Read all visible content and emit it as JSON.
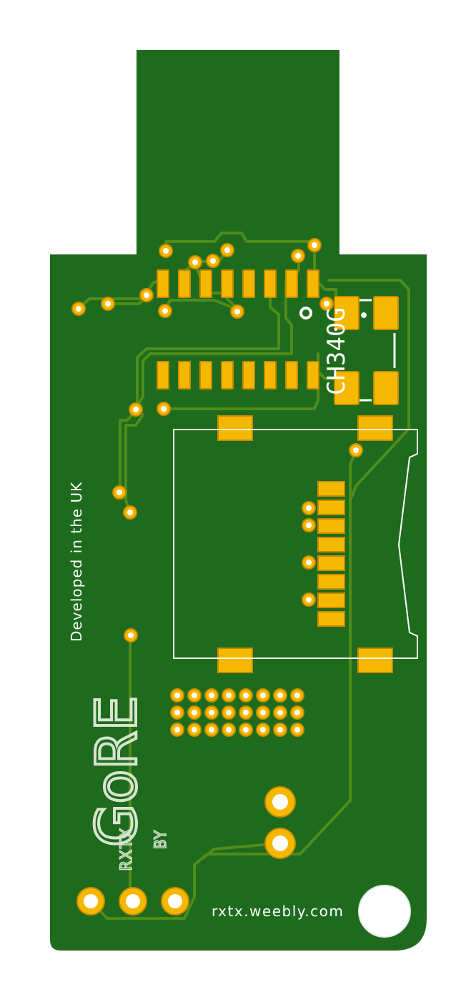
{
  "board": {
    "credit_text": "Developed in the UK",
    "website_text": "rxtx.weebly.com",
    "chip_label": "CH340G",
    "logo_text": "GoRE",
    "logo_byline": "BY",
    "logo_brand": "RXTX"
  },
  "colors": {
    "background": "#ffffff",
    "board": "#1e6b1e",
    "copper_trace": "#4f8c1a",
    "pad": "#f5b800",
    "pad_edge": "#c98a00",
    "drill": "#ffffff",
    "silkscreen": "#ffffff",
    "logo_silk": "#d8e4cf"
  }
}
